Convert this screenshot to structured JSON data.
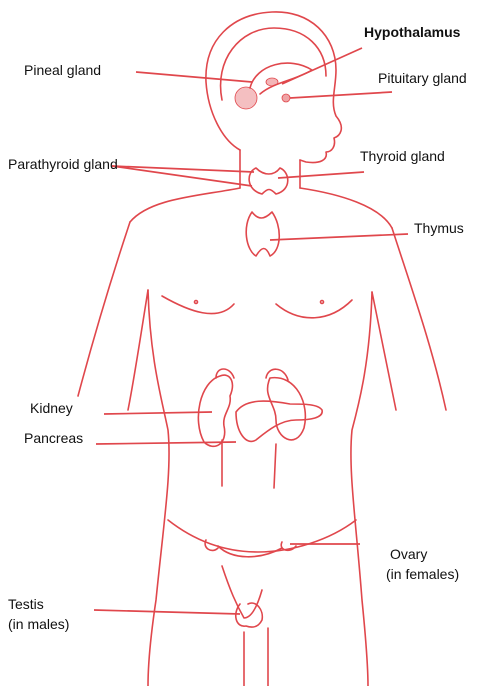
{
  "colors": {
    "line": "#e0474c",
    "text": "#111111"
  },
  "labels": {
    "hypothalamus": "Hypothalamus",
    "pineal": "Pineal gland",
    "pituitary": "Pituitary gland",
    "parathyroid": "Parathyroid gland",
    "thyroid": "Thyroid gland",
    "thymus": "Thymus",
    "kidney": "Kidney",
    "pancreas": "Pancreas",
    "ovary_1": "Ovary",
    "ovary_2": "(in females)",
    "testis_1": "Testis",
    "testis_2": "(in males)"
  }
}
